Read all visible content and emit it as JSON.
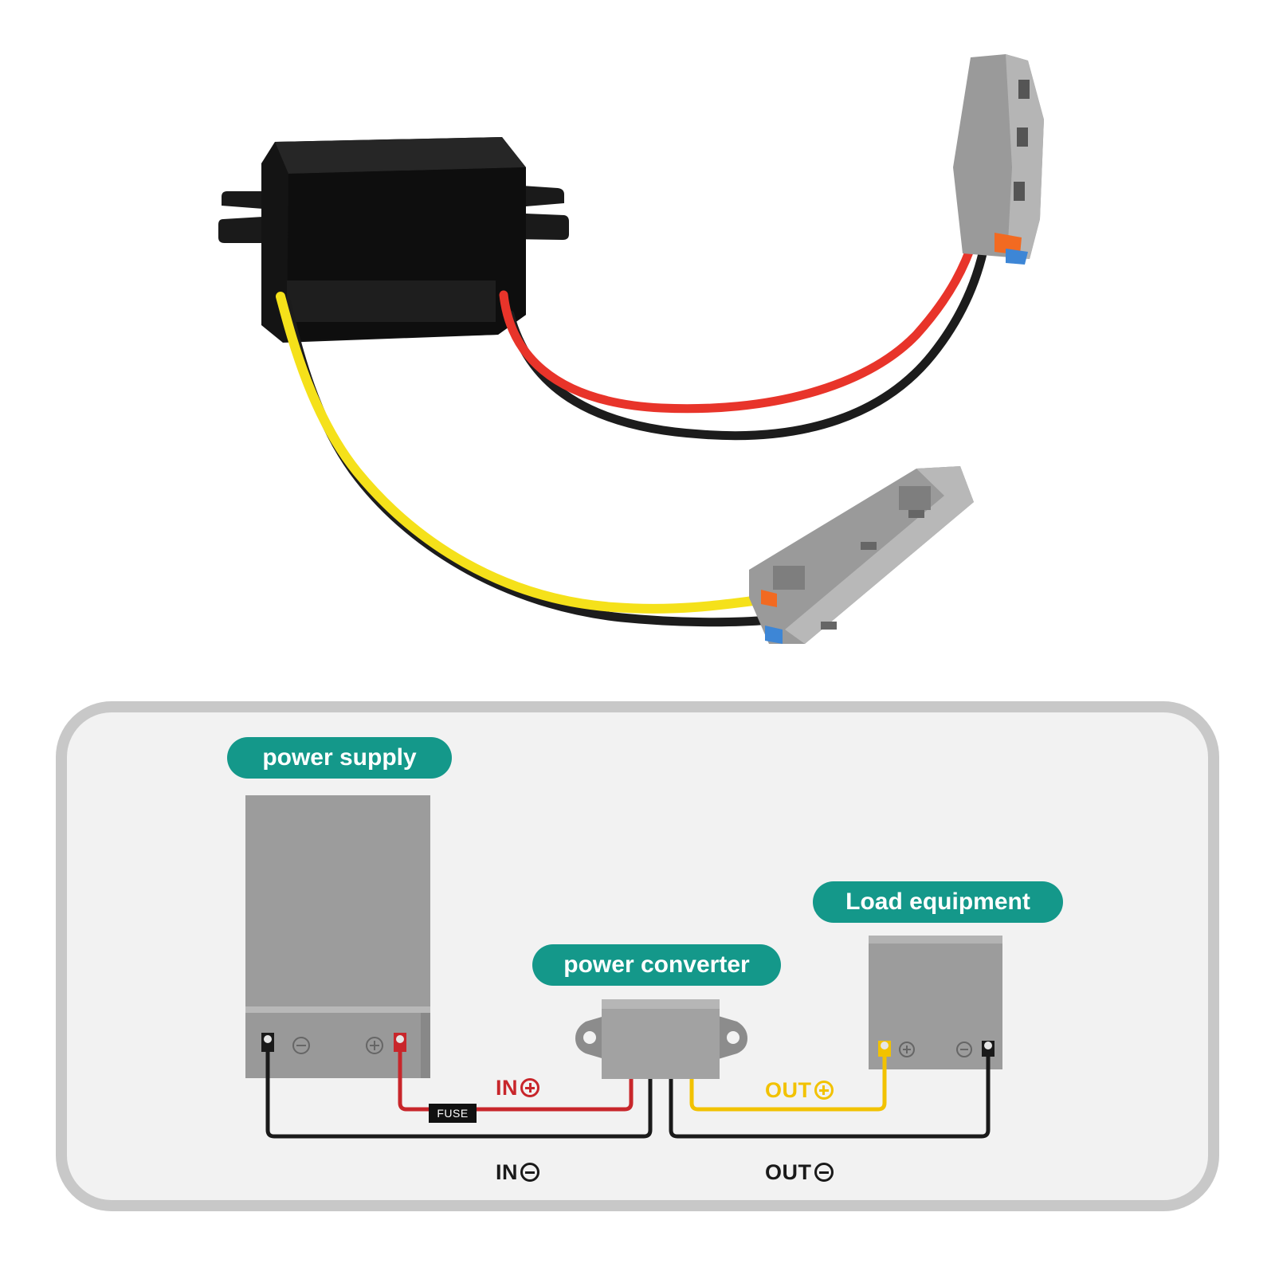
{
  "photo": {
    "wire_colors": [
      "#f5e11a",
      "#e8342a",
      "#1c1c1c"
    ],
    "connector_color": "#9a9a9a",
    "converter_color": "#141414",
    "lever_colors": [
      "#f26a21",
      "#3d86d6"
    ]
  },
  "diagram": {
    "labels": {
      "power_supply": "power supply",
      "power_converter": "power converter",
      "load_equipment": "Load equipment",
      "fuse": "FUSE",
      "in_plus": "IN",
      "in_minus": "IN",
      "out_plus": "OUT",
      "out_minus": "OUT"
    },
    "symbols": {
      "in_plus": "plus",
      "in_minus": "minus",
      "out_plus": "plus",
      "out_minus": "minus"
    },
    "colors": {
      "pill": "#14988a",
      "in_plus_wire": "#c8262b",
      "out_plus_wire": "#f2c200",
      "ground_wire": "#1a1a1a",
      "device_gray": "#9c9c9c",
      "panel_border": "#c8c8c8",
      "panel_fill": "#f2f2f2"
    }
  }
}
